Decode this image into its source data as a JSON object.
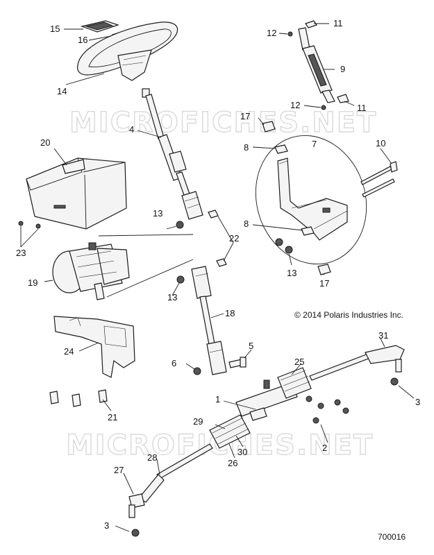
{
  "watermark": {
    "top": "MICROFICHES.NET",
    "bottom": "MICROFICHES.NET"
  },
  "copyright": "© 2014 Polaris Industries Inc.",
  "part_number": "700016",
  "callouts": {
    "c1": "1",
    "c2": "2",
    "c3a": "3",
    "c3b": "3",
    "c4": "4",
    "c5": "5",
    "c6": "6",
    "c7": "7",
    "c8a": "8",
    "c8b": "8",
    "c9": "9",
    "c10": "10",
    "c11a": "11",
    "c11b": "11",
    "c12a": "12",
    "c12b": "12",
    "c13a": "13",
    "c13b": "13",
    "c13c": "13",
    "c14": "14",
    "c15": "15",
    "c16": "16",
    "c17a": "17",
    "c17b": "17",
    "c18": "18",
    "c19": "19",
    "c20": "20",
    "c21": "21",
    "c22": "22",
    "c23": "23",
    "c24": "24",
    "c25": "25",
    "c26": "26",
    "c27": "27",
    "c28": "28",
    "c29": "29",
    "c30": "30",
    "c31": "31"
  }
}
